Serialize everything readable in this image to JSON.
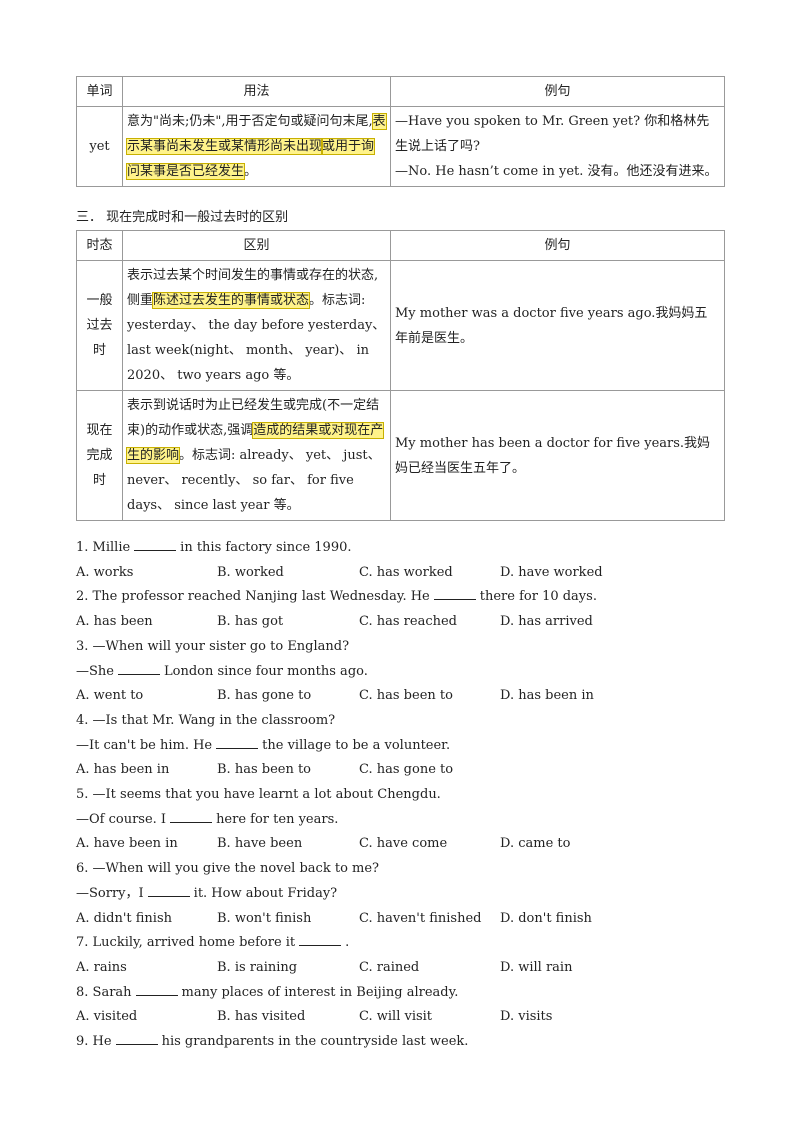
{
  "table1": {
    "headers": [
      "单词",
      "用法",
      "例句"
    ],
    "word": "yet",
    "usage_pre": "意为\"尚未;仍未\",用于否定句或疑问句末尾,",
    "usage_hl1": "表示某事尚未发生或某情形尚未出现",
    "usage_hl2": "或用于询问某事是否已经发生",
    "usage_post": "。",
    "example1": "—Have you spoken to Mr. Green yet?  你和格林先生说上话了吗?",
    "example2": "—No. He hasn’t come in yet.  没有。他还没有进来。"
  },
  "section3": {
    "title": "三．  现在完成时和一般过去时的区别"
  },
  "table2": {
    "headers": [
      "时态",
      "区别",
      "例句"
    ],
    "rows": [
      {
        "tense": "一般过去时",
        "diff_pre": "表示过去某个时间发生的事情或存在的状态,侧重",
        "diff_hl": "陈述过去发生的事情或状态",
        "diff_post": "。标志词: yesterday、 the day before yesterday、 last week(night、 month、 year)、 in 2020、 two years ago 等。",
        "example": "My mother was a doctor five years ago.我妈妈五年前是医生。"
      },
      {
        "tense": "现在完成时",
        "diff_pre": "表示到说话时为止已经发生或完成(不一定结束)的动作或状态,强调",
        "diff_hl": "造成的结果或对现在产生的影响",
        "diff_post": "。标志词: already、 yet、 just、 never、 recently、 so far、 for five days、 since last year 等。",
        "example": "My mother has been a doctor for five years.我妈妈已经当医生五年了。"
      }
    ]
  },
  "questions": [
    {
      "lines": [
        [
          "1. Millie",
          "in this factory since 1990."
        ]
      ],
      "options": [
        "A. works",
        "B. worked",
        "C. has worked",
        "D. have worked"
      ]
    },
    {
      "lines": [
        [
          "2. The professor reached Nanjing last Wednesday. He",
          "there for 10 days."
        ]
      ],
      "options": [
        "A. has been",
        "B. has got",
        "C. has reached",
        "D. has arrived"
      ]
    },
    {
      "lines": [
        [
          "3. —When will your sister go to England?",
          null
        ],
        [
          "—She",
          "London since four months ago."
        ]
      ],
      "options": [
        "A. went to",
        "B. has gone to",
        "C. has been to",
        "D. has been in"
      ]
    },
    {
      "lines": [
        [
          "4. —Is that Mr. Wang in the classroom?",
          null
        ],
        [
          "—It can't be him. He",
          "the village to be a volunteer."
        ]
      ],
      "options": [
        "A. has been in",
        "B. has been to",
        "C. has gone to"
      ]
    },
    {
      "lines": [
        [
          "5. —It seems that you have learnt a lot about Chengdu.",
          null
        ],
        [
          "—Of course. I",
          "here for ten years."
        ]
      ],
      "options": [
        "A. have been in",
        "B. have been",
        "C. have come",
        "D. came to"
      ]
    },
    {
      "lines": [
        [
          "6. —When will you give the novel back to me?",
          null
        ],
        [
          "—Sorry，I",
          "it. How about Friday?"
        ]
      ],
      "options": [
        "A. didn't finish",
        "B. won't finish",
        "C. haven't finished",
        "D. don't finish"
      ]
    },
    {
      "lines": [
        [
          "7. Luckily, arrived home before it",
          "."
        ]
      ],
      "options": [
        "A. rains",
        "B. is raining",
        "C. rained",
        "D. will rain"
      ]
    },
    {
      "lines": [
        [
          "8. Sarah",
          "many places of interest in Beijing already."
        ]
      ],
      "options": [
        "A. visited",
        "B. has visited",
        "C. will visit",
        "D. visits"
      ]
    },
    {
      "lines": [
        [
          "9. He",
          "his grandparents in the countryside last week."
        ]
      ],
      "options": []
    }
  ]
}
